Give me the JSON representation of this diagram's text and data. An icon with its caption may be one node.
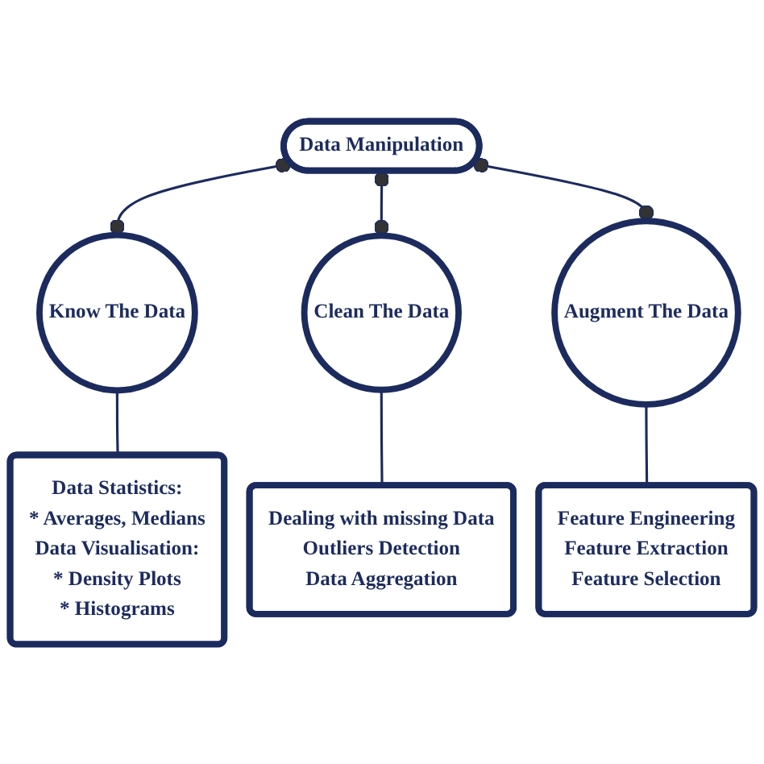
{
  "diagram": {
    "nodes": [
      {
        "text": [
          "Data Manipulation"
        ]
      },
      {
        "text": [
          "Know The Data"
        ]
      },
      {
        "text": [
          "Clean The Data"
        ]
      },
      {
        "text": [
          "Augment The Data"
        ]
      },
      {
        "text": [
          "Data Statistics:",
          "* Averages, Medians",
          "Data Visualisation:",
          "* Density Plots",
          "* Histograms"
        ]
      },
      {
        "text": [
          "Dealing with missing Data",
          "Outliers Detection",
          "Data Aggregation"
        ]
      },
      {
        "text": [
          "Feature Engineering",
          "Feature Extraction",
          "Feature Selection"
        ]
      }
    ],
    "edges": [
      {
        "from": 0,
        "to": 1,
        "arrow": "other"
      },
      {
        "from": 0,
        "to": 2,
        "arrow": "other"
      },
      {
        "from": 0,
        "to": 3,
        "arrow": "other"
      },
      {
        "from": 1,
        "to": 4,
        "arrow": "none"
      },
      {
        "from": 2,
        "to": 5,
        "arrow": "none"
      },
      {
        "from": 3,
        "to": 6,
        "arrow": "none"
      }
    ]
  }
}
